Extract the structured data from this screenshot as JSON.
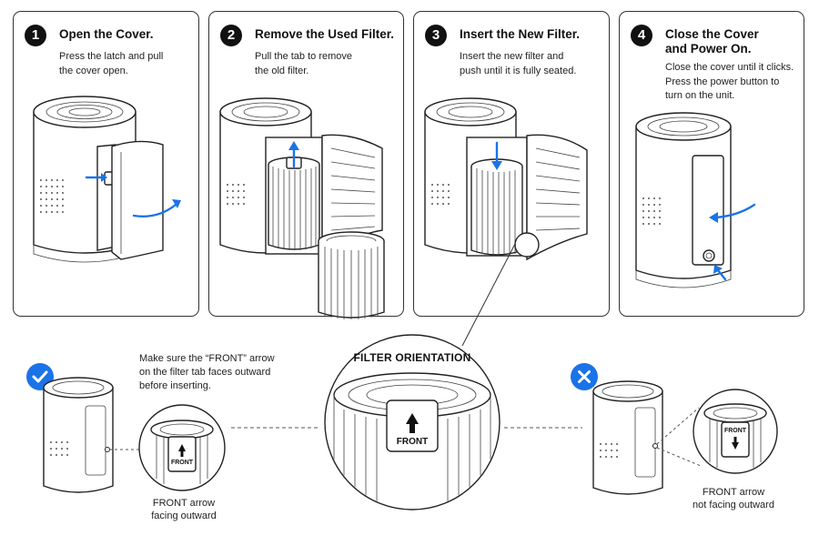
{
  "steps": [
    {
      "number": "1",
      "title_lines": [
        "Open the Cover."
      ],
      "desc_lines": [
        "Press the latch and pull",
        "the cover open."
      ]
    },
    {
      "number": "2",
      "title_lines": [
        "Remove the Used Filter."
      ],
      "desc_lines": [
        "Pull the tab to remove",
        "the old filter."
      ]
    },
    {
      "number": "3",
      "title_lines": [
        "Insert the New Filter."
      ],
      "desc_lines": [
        "Insert the new filter and",
        "push until it is fully seated."
      ]
    },
    {
      "number": "4",
      "title_lines": [
        "Close the Cover",
        "and Power On."
      ],
      "desc_lines": [
        "Close the cover until it clicks.",
        "Press the power button to",
        "turn on the unit."
      ]
    }
  ],
  "orientation": {
    "title": "FILTER ORIENTATION",
    "tab_label": "FRONT",
    "note_lines": [
      "Make sure the “FRONT” arrow",
      "on the filter tab faces outward",
      "before inserting."
    ],
    "correct": {
      "tab_label": "FRONT",
      "caption_lines": [
        "FRONT arrow",
        "facing outward"
      ]
    },
    "incorrect": {
      "tab_label": "FRONT",
      "caption_lines": [
        "FRONT arrow",
        "not facing outward"
      ]
    }
  },
  "colors": {
    "accent": "#1a73e8",
    "outline": "#222222"
  }
}
